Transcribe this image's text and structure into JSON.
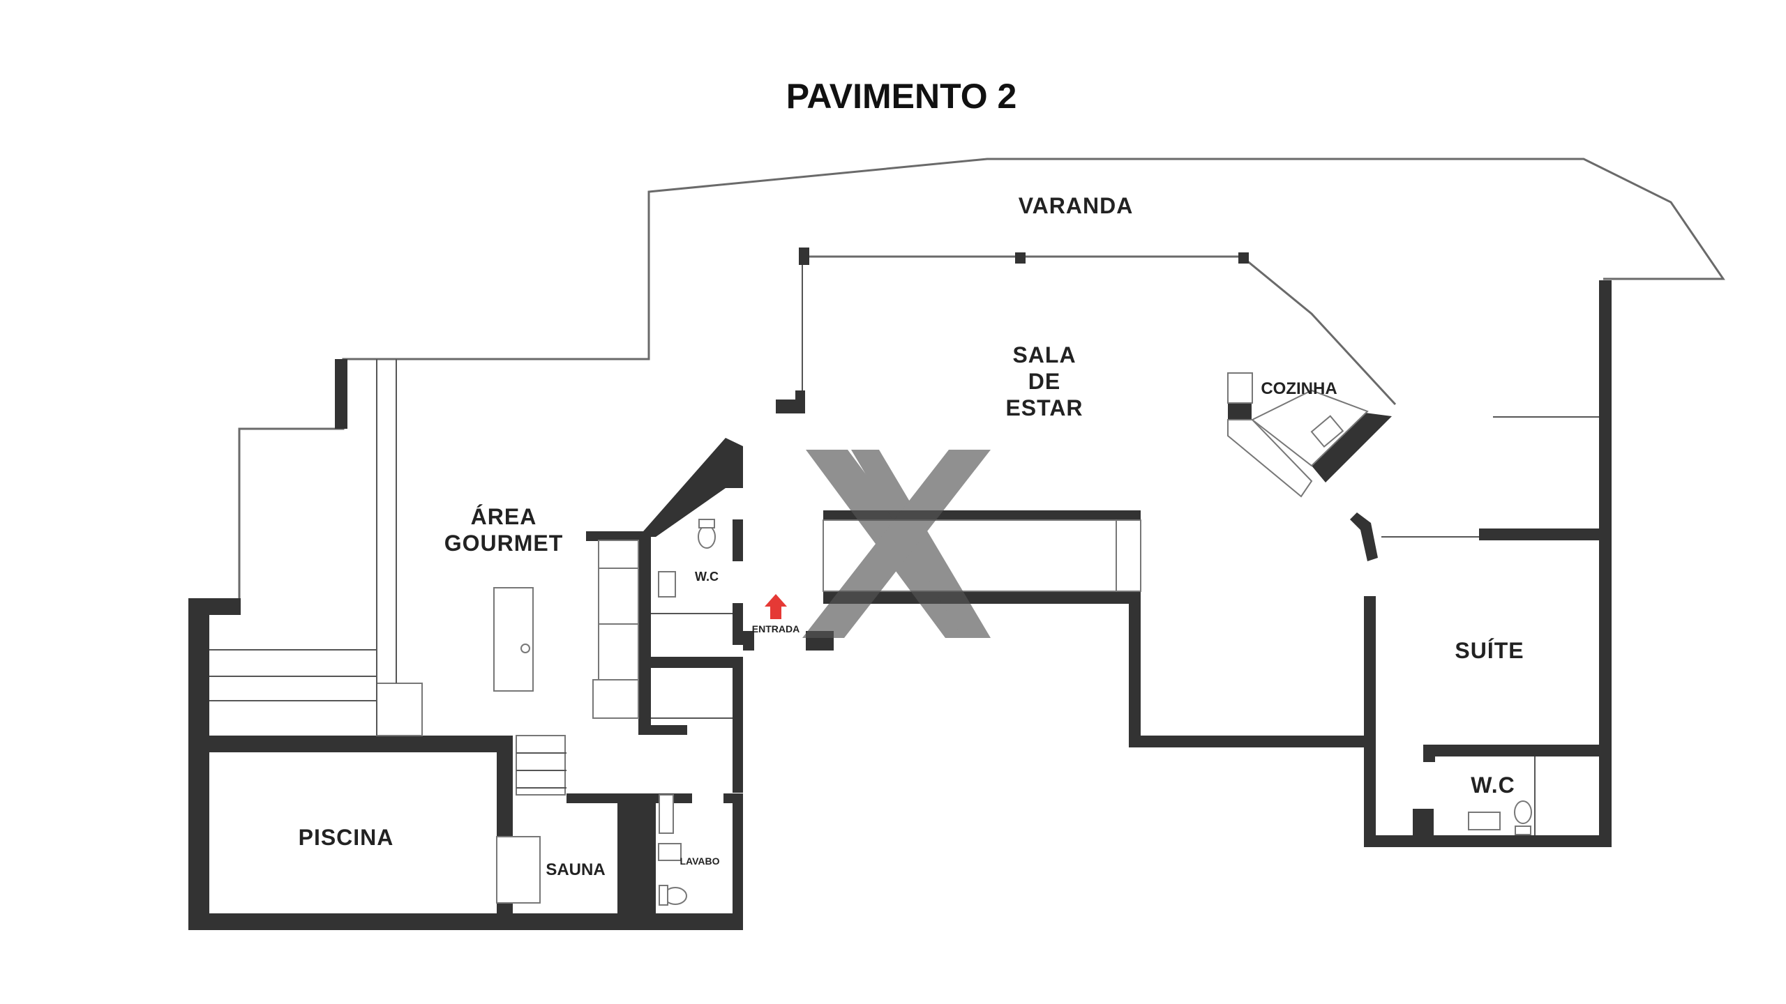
{
  "title": "PAVIMENTO 2",
  "rooms": {
    "varanda": "VARANDA",
    "sala_line1": "SALA",
    "sala_line2": "DE",
    "sala_line3": "ESTAR",
    "cozinha": "COZINHA",
    "area_gourmet_line1": "ÁREA",
    "area_gourmet_line2": "GOURMET",
    "wc_gourmet": "W.C",
    "entrada": "ENTRADA",
    "suite": "SUÍTE",
    "wc_suite": "W.C",
    "piscina": "PISCINA",
    "sauna": "SAUNA",
    "lavabo": "LAVABO"
  },
  "colors": {
    "wall": "#333333",
    "entrance_arrow": "#e53935",
    "watermark": "#555555"
  },
  "icons": {
    "entrance": "arrow-up-icon",
    "watermark": "x-logo-icon"
  }
}
